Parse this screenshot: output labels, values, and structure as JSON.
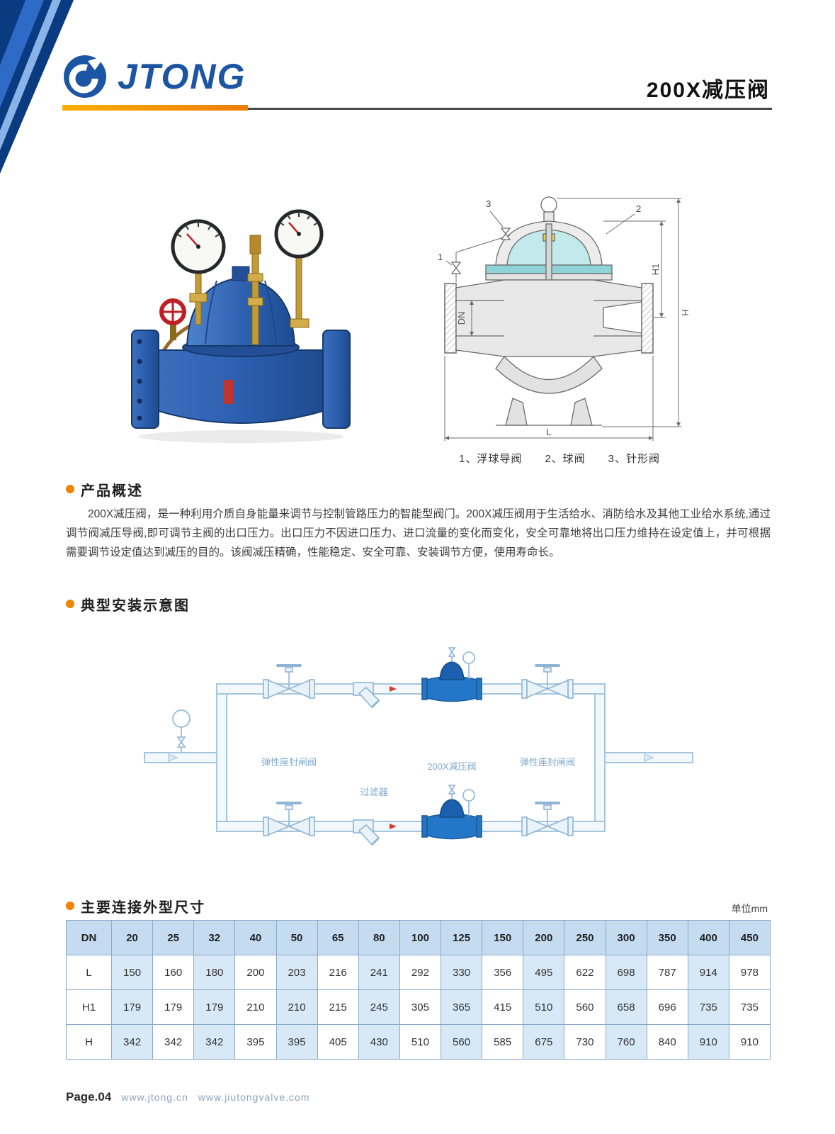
{
  "header": {
    "brand": "JTONG",
    "title": "200X减压阀"
  },
  "figure": {
    "caption": "1、浮球导阀　　2、球阀　　3、针形阀",
    "labels": {
      "n1": "1",
      "n2": "2",
      "n3": "3",
      "H1": "H1",
      "H": "H",
      "DN": "DN",
      "L": "L"
    }
  },
  "overview": {
    "title": "产品概述",
    "body": "200X减压阀，是一种利用介质自身能量来调节与控制管路压力的智能型阀门。200X减压阀用于生活给水、消防给水及其他工业给水系统,通过调节阀减压导阀,即可调节主阀的出口压力。出口压力不因进口压力、进口流量的变化而变化，安全可靠地将出口压力维持在设定值上，并可根据需要调节设定值达到减压的目的。该阀减压精确，性能稳定、安全可靠、安装调节方便，使用寿命长。"
  },
  "installation": {
    "title": "典型安装示意图",
    "labels": {
      "left_valve": "弹性座封闸阀",
      "center_valve": "200X减压阀",
      "right_valve": "弹性座封闸阀",
      "strainer": "过滤器"
    }
  },
  "dimensions": {
    "title": "主要连接外型尺寸",
    "unit": "单位mm",
    "table": {
      "columns": [
        "DN",
        "20",
        "25",
        "32",
        "40",
        "50",
        "65",
        "80",
        "100",
        "125",
        "150",
        "200",
        "250",
        "300",
        "350",
        "400",
        "450"
      ],
      "rows": [
        {
          "label": "L",
          "values": [
            "150",
            "160",
            "180",
            "200",
            "203",
            "216",
            "241",
            "292",
            "330",
            "356",
            "495",
            "622",
            "698",
            "787",
            "914",
            "978"
          ]
        },
        {
          "label": "H1",
          "values": [
            "179",
            "179",
            "179",
            "210",
            "210",
            "215",
            "245",
            "305",
            "365",
            "415",
            "510",
            "560",
            "658",
            "696",
            "735",
            "735"
          ]
        },
        {
          "label": "H",
          "values": [
            "342",
            "342",
            "342",
            "395",
            "395",
            "405",
            "430",
            "510",
            "560",
            "585",
            "675",
            "730",
            "760",
            "840",
            "910",
            "910"
          ]
        }
      ]
    }
  },
  "footer": {
    "page": "Page.04",
    "url1": "www.jtong.cn",
    "url2": "www.jiutongvalve.com"
  },
  "colors": {
    "brand_blue": "#1b55a4",
    "accent_orange": "#f08300",
    "table_header_bg": "#c5dcf0",
    "table_stripe_bg": "#d7e8f6"
  }
}
